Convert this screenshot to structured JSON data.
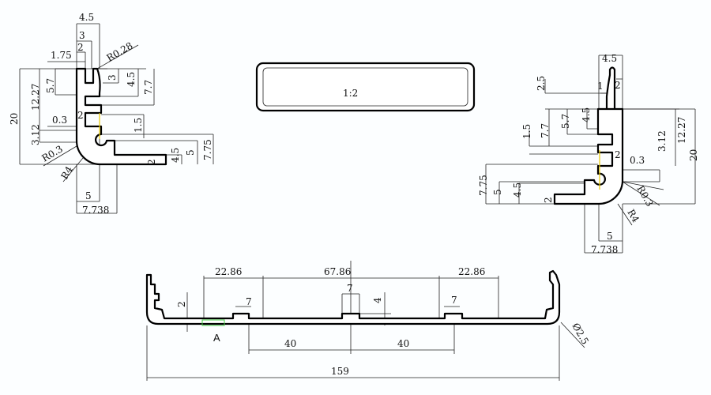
{
  "left_profile": {
    "dims": [
      "4.5",
      "3",
      "2",
      "1.75",
      "R0.28",
      "5.7",
      "12.27",
      "20",
      "0.3",
      "2",
      "3.12",
      "R0.3",
      "R4",
      "5",
      "7.738",
      "3",
      "4.5",
      "7.7",
      "1.5",
      "2",
      "4.5",
      "5",
      "7.75"
    ]
  },
  "right_profile": {
    "dims": [
      "4.5",
      "1",
      "2",
      "2.5",
      "7.7",
      "1.5",
      "5.7",
      "4.5",
      "2",
      "0.3",
      "3.12",
      "12.27",
      "20",
      "7.75",
      "5",
      "4.5",
      "2",
      "R0.3",
      "R4",
      "5",
      "7.738"
    ]
  },
  "section_view": {
    "scale": "1:2"
  },
  "bottom_profile": {
    "dims": [
      "22.86",
      "67.86",
      "22.86",
      "7",
      "4",
      "2",
      "7",
      "7",
      "40",
      "40",
      "159",
      "Ø2.5"
    ],
    "detail_label": "A"
  },
  "colors": {
    "line": "#000000",
    "highlight": "#e8c800",
    "detail_box": "#44cc44"
  }
}
